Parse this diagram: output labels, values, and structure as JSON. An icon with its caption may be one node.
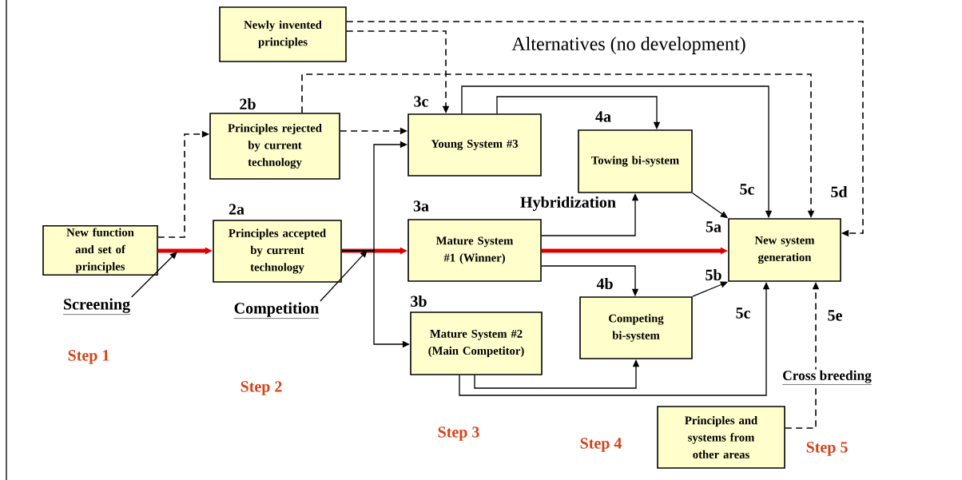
{
  "diagram": {
    "nodes": [
      {
        "text": [
          "Newly invented principles"
        ]
      },
      {
        "text": [
          "Principles rejected by current technology"
        ],
        "beside": [
          "2b"
        ]
      },
      {
        "text": [
          "New function and set of principles"
        ]
      },
      {
        "text": [
          "Principles accepted by current technology"
        ],
        "beside": [
          "2a"
        ]
      },
      {
        "text": [
          "Young System #3"
        ],
        "beside": [
          "3c"
        ]
      },
      {
        "text": [
          "Towing bi-system"
        ],
        "beside": [
          "4a"
        ]
      },
      {
        "text": [
          "Mature System #1 (Winner)"
        ],
        "beside": [
          "3a"
        ]
      },
      {
        "text": [
          "New system generation"
        ]
      },
      {
        "text": [
          "Competing bi-system"
        ],
        "beside": [
          "4b"
        ]
      },
      {
        "text": [
          "Mature System #2 (Main Competitor)"
        ],
        "beside": [
          "3b"
        ]
      },
      {
        "text": [
          "Principles and systems from other areas"
        ]
      },
      {
        "text": [
          "Screening"
        ]
      },
      {
        "text": [
          "Competition"
        ]
      }
    ],
    "edges": [
      {
        "from": 0,
        "to": 7,
        "arrow": "to",
        "style": "dashed"
      },
      {
        "from": 0,
        "to": 4,
        "arrow": "to",
        "style": "dashed"
      },
      {
        "from": 2,
        "to": 1,
        "arrow": "to",
        "style": "dashed"
      },
      {
        "from": 1,
        "to": 4,
        "arrow": "to",
        "style": "dashed"
      },
      {
        "from": 1,
        "to": 7,
        "arrow": "to",
        "style": "dashed"
      },
      {
        "from": 2,
        "to": 3,
        "arrow": "to",
        "style": "thick",
        "color": "#dd0000"
      },
      {
        "from": 3,
        "to": 6,
        "arrow": "to",
        "style": "thick",
        "color": "#dd0000"
      },
      {
        "from": 3,
        "to": 4,
        "arrow": "to"
      },
      {
        "from": 3,
        "to": 9,
        "arrow": "to"
      },
      {
        "from": 11,
        "to": null,
        "arrow": "to"
      },
      {
        "from": 12,
        "to": null,
        "arrow": "to"
      },
      {
        "from": 4,
        "to": 5,
        "arrow": "to"
      },
      {
        "from": 4,
        "to": 7,
        "arrow": "to"
      },
      {
        "from": 6,
        "to": 5,
        "arrow": "to"
      },
      {
        "from": 6,
        "to": 8,
        "arrow": "to"
      },
      {
        "from": 6,
        "to": 7,
        "arrow": "to",
        "style": "thick",
        "color": "#dd0000"
      },
      {
        "from": 5,
        "to": 7,
        "arrow": "to"
      },
      {
        "from": 8,
        "to": 7,
        "arrow": "to"
      },
      {
        "from": 9,
        "to": 8,
        "arrow": "to"
      },
      {
        "from": 9,
        "to": 7,
        "arrow": "to"
      },
      {
        "from": 10,
        "to": 7,
        "arrow": "to",
        "style": "dashed"
      }
    ],
    "labels": [
      "Alternatives (no development)",
      "5c",
      "5d",
      "Hybridization",
      "5a",
      "5b",
      "5c",
      "5e",
      "Step 1",
      "Step 2",
      "Cross breeding",
      "Step 3",
      "Step 4",
      "Step 5"
    ]
  }
}
